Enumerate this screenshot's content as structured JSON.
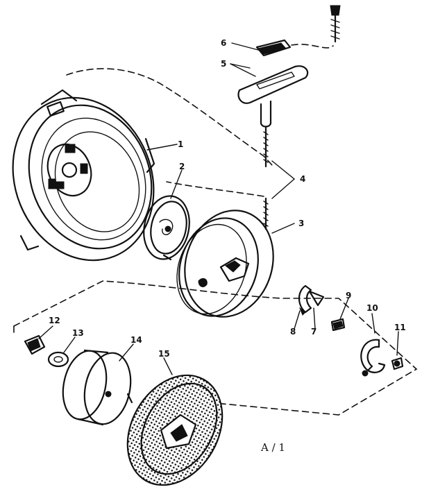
{
  "parts": [
    {
      "id": "housing",
      "callout": "1"
    },
    {
      "id": "spring-retainer",
      "callout": "2"
    },
    {
      "id": "pulley",
      "callout": "3"
    },
    {
      "id": "rope",
      "callout": "4"
    },
    {
      "id": "handle",
      "callout": "5"
    },
    {
      "id": "handle-insert",
      "callout": "6"
    },
    {
      "id": "pawl",
      "callout": "7"
    },
    {
      "id": "pawl-pin",
      "callout": "8"
    },
    {
      "id": "pawl-spring",
      "callout": "9"
    },
    {
      "id": "retainer-clip",
      "callout": "10"
    },
    {
      "id": "nut",
      "callout": "11"
    },
    {
      "id": "screw-nut",
      "callout": "12"
    },
    {
      "id": "washer",
      "callout": "13"
    },
    {
      "id": "cup",
      "callout": "14"
    },
    {
      "id": "screen",
      "callout": "15"
    }
  ],
  "sheet_label": "A / 1"
}
